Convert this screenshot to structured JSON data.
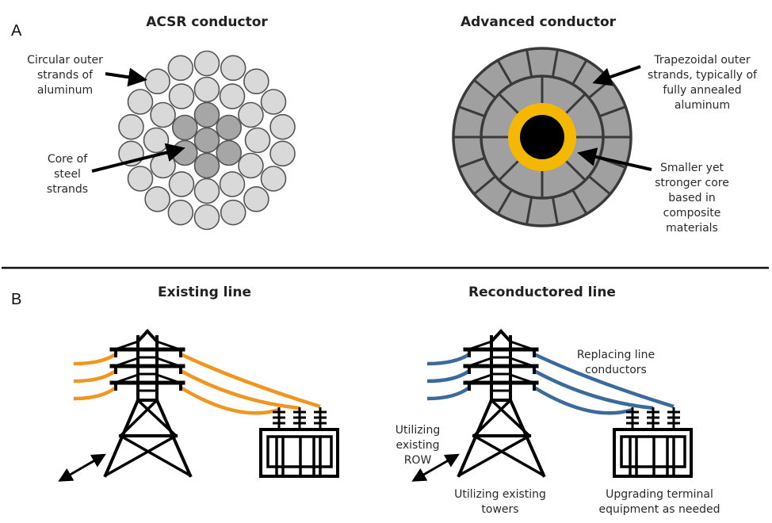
{
  "colors": {
    "aluminum_strand": "#d9d9d9",
    "steel_strand": "#a6a6a6",
    "strand_outline": "#555555",
    "trapezoid_fill": "#a0a0a0",
    "trapezoid_outline": "#3a3a3a",
    "composite_ring": "#f5b800",
    "composite_core": "#000000",
    "existing_conductor": "#f0961e",
    "new_conductor": "#3b6a9c",
    "structure": "#000000",
    "divider": "#111111"
  },
  "panel_a": {
    "letter": "A",
    "acsr": {
      "title": "ACSR conductor",
      "labels": {
        "outer": [
          "Circular outer",
          "strands of",
          "aluminum"
        ],
        "core": [
          "Core of",
          "steel",
          "strands"
        ]
      },
      "strand_counts": {
        "steel_core": 7,
        "aluminum_inner_layer": 12,
        "aluminum_outer_layer": 18
      }
    },
    "advanced": {
      "title": "Advanced conductor",
      "labels": {
        "outer": [
          "Trapezoidal outer",
          "strands, typically of",
          "fully annealed",
          "aluminum"
        ],
        "core": [
          "Smaller yet",
          "stronger core",
          "based in",
          "composite",
          "materials"
        ]
      },
      "segment_counts": {
        "inner_layer": 8,
        "outer_layer": 18
      }
    }
  },
  "panel_b": {
    "letter": "B",
    "existing": {
      "title": "Existing line"
    },
    "reconductored": {
      "title": "Reconductored line",
      "labels": {
        "conductors": [
          "Replacing line",
          "conductors"
        ],
        "row": [
          "Utilizing",
          "existing",
          "ROW"
        ],
        "towers": [
          "Utilizing existing",
          "towers"
        ],
        "terminal": [
          "Upgrading terminal",
          "equipment as needed"
        ]
      }
    }
  }
}
